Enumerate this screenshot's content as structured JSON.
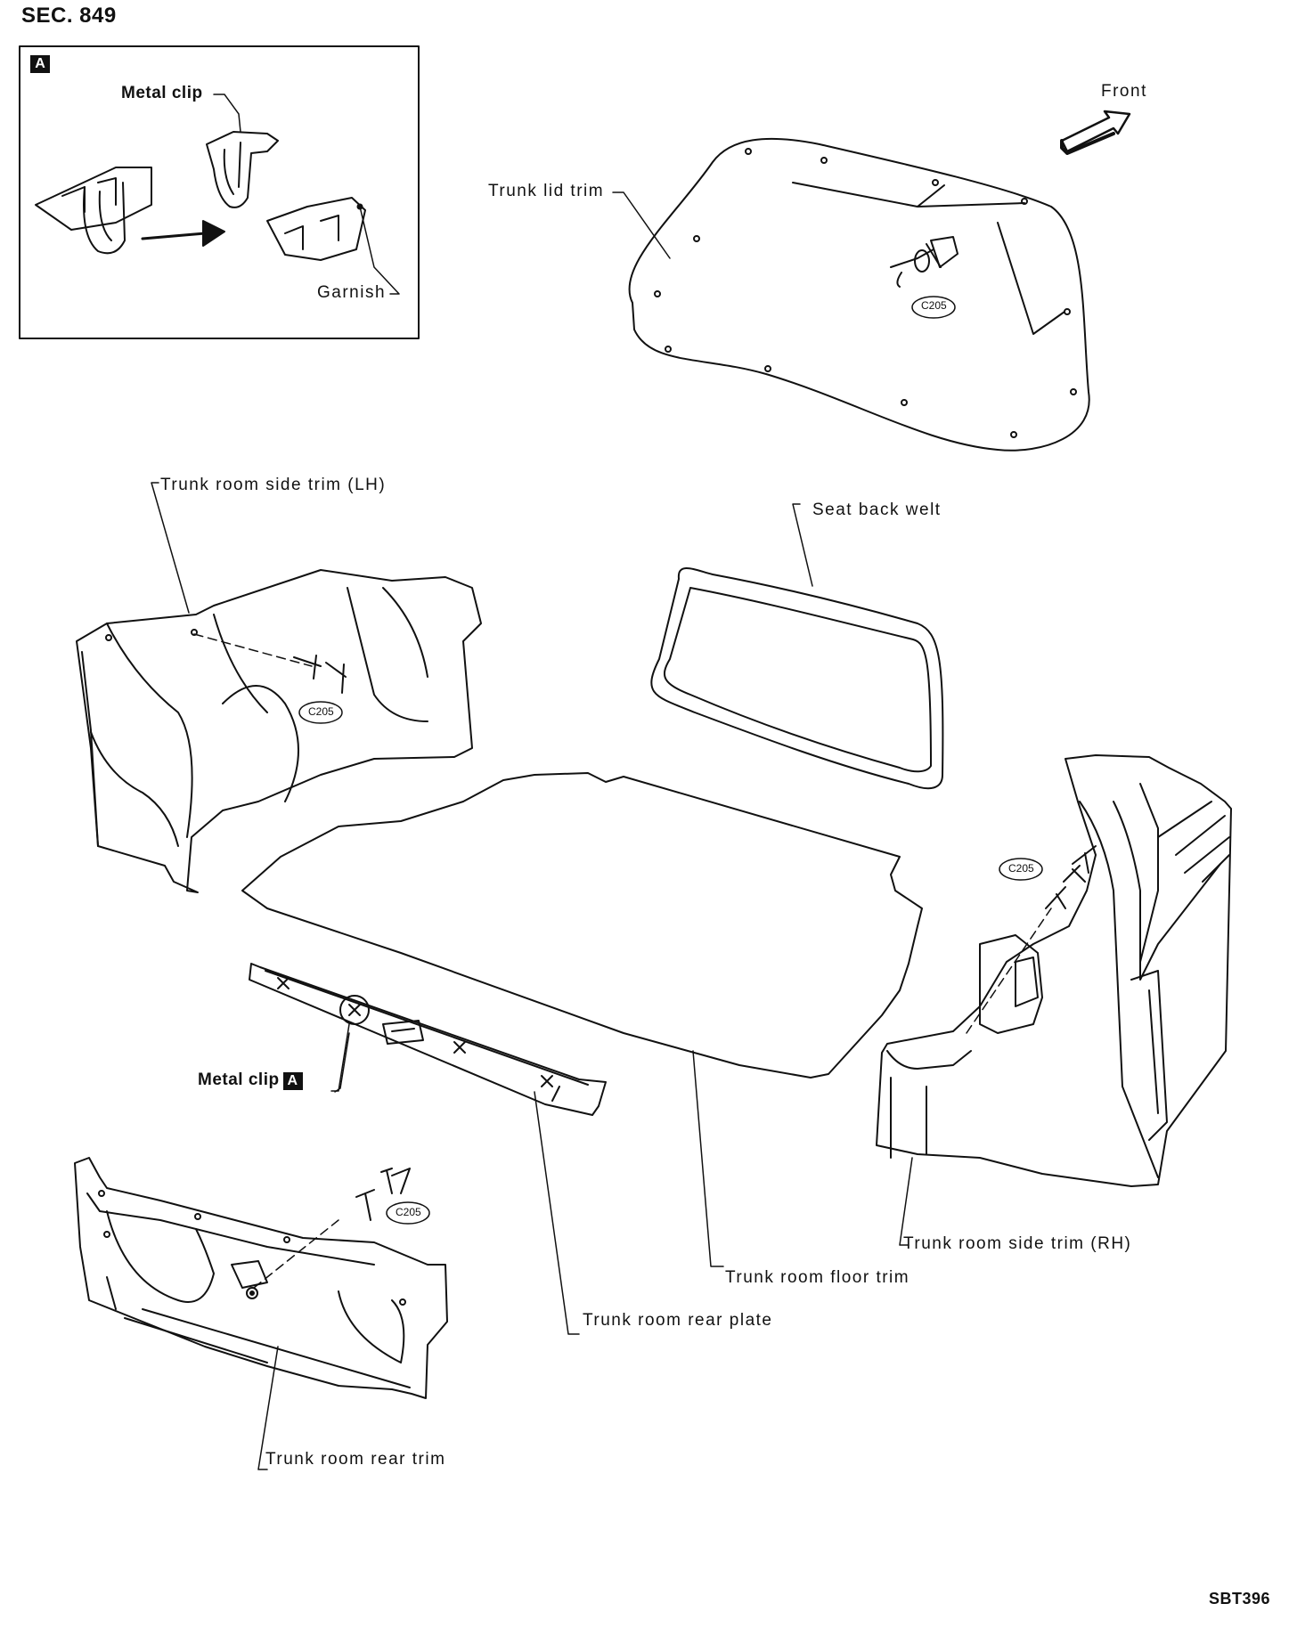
{
  "header": {
    "section": "SEC. 849"
  },
  "footer": {
    "code": "SBT396"
  },
  "inset": {
    "badge": "A",
    "labels": {
      "metal_clip": "Metal clip",
      "garnish": "Garnish"
    }
  },
  "direction": {
    "label": "Front"
  },
  "parts": {
    "trunk_lid_trim": "Trunk lid trim",
    "side_trim_lh": "Trunk room side trim (LH)",
    "seat_back_welt": "Seat back welt",
    "side_trim_rh": "Trunk room side trim (RH)",
    "floor_trim": "Trunk room floor trim",
    "rear_plate": "Trunk room rear plate",
    "rear_trim": "Trunk room rear trim",
    "metal_clip_ref": "Metal clip",
    "metal_clip_ref_badge": "A"
  },
  "fastener_code": "C205",
  "fastener_code_lh": "C205",
  "fastener_code_rear": "C205"
}
